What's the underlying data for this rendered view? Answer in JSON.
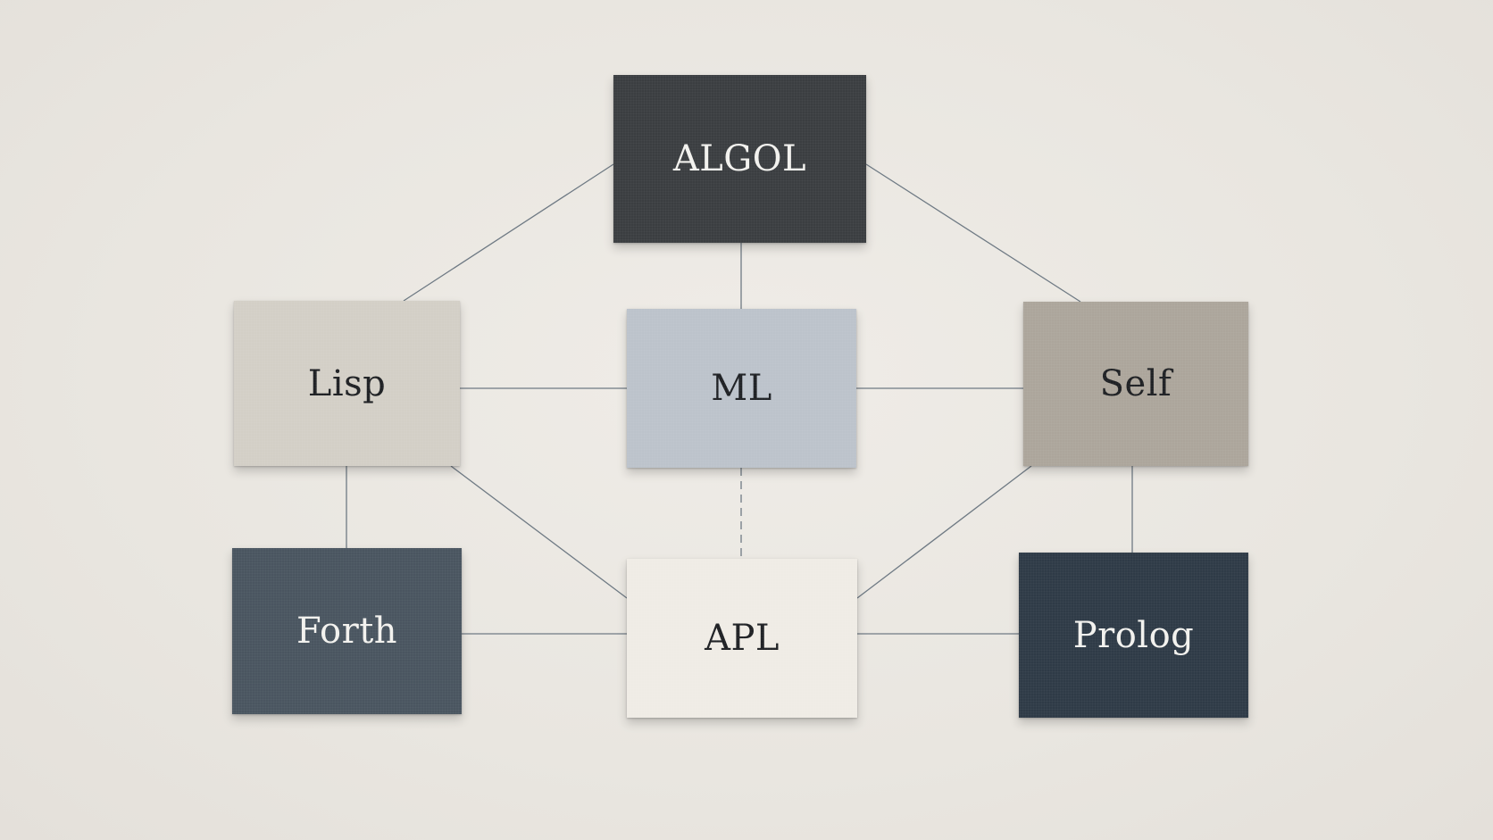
{
  "colors": {
    "background": "#ebe8e3",
    "connector": "#6f7a84"
  },
  "nodes": [
    {
      "id": "algol",
      "label": "ALGOL",
      "fill": "#3b3e41",
      "text_color": "#f2f1ee"
    },
    {
      "id": "lisp",
      "label": "Lisp",
      "fill": "#d3cfc6",
      "text_color": "#1f2124"
    },
    {
      "id": "ml",
      "label": "ML",
      "fill": "#bcc3cb",
      "text_color": "#1f2124"
    },
    {
      "id": "self",
      "label": "Self",
      "fill": "#aca59b",
      "text_color": "#1f2124"
    },
    {
      "id": "forth",
      "label": "Forth",
      "fill": "#4a5560",
      "text_color": "#f2f1ee"
    },
    {
      "id": "apl",
      "label": "APL",
      "fill": "#efece5",
      "text_color": "#1f2124"
    },
    {
      "id": "prolog",
      "label": "Prolog",
      "fill": "#2f3b47",
      "text_color": "#f2f1ee"
    }
  ],
  "edges": [
    {
      "from": "algol",
      "to": "lisp",
      "style": "solid"
    },
    {
      "from": "algol",
      "to": "ml",
      "style": "solid"
    },
    {
      "from": "algol",
      "to": "self",
      "style": "solid"
    },
    {
      "from": "lisp",
      "to": "ml",
      "style": "solid"
    },
    {
      "from": "ml",
      "to": "self",
      "style": "solid"
    },
    {
      "from": "lisp",
      "to": "forth",
      "style": "solid"
    },
    {
      "from": "lisp",
      "to": "apl",
      "style": "solid"
    },
    {
      "from": "ml",
      "to": "apl",
      "style": "dashed"
    },
    {
      "from": "self",
      "to": "apl",
      "style": "solid"
    },
    {
      "from": "self",
      "to": "prolog",
      "style": "solid"
    },
    {
      "from": "forth",
      "to": "apl",
      "style": "solid"
    },
    {
      "from": "apl",
      "to": "prolog",
      "style": "solid"
    }
  ]
}
